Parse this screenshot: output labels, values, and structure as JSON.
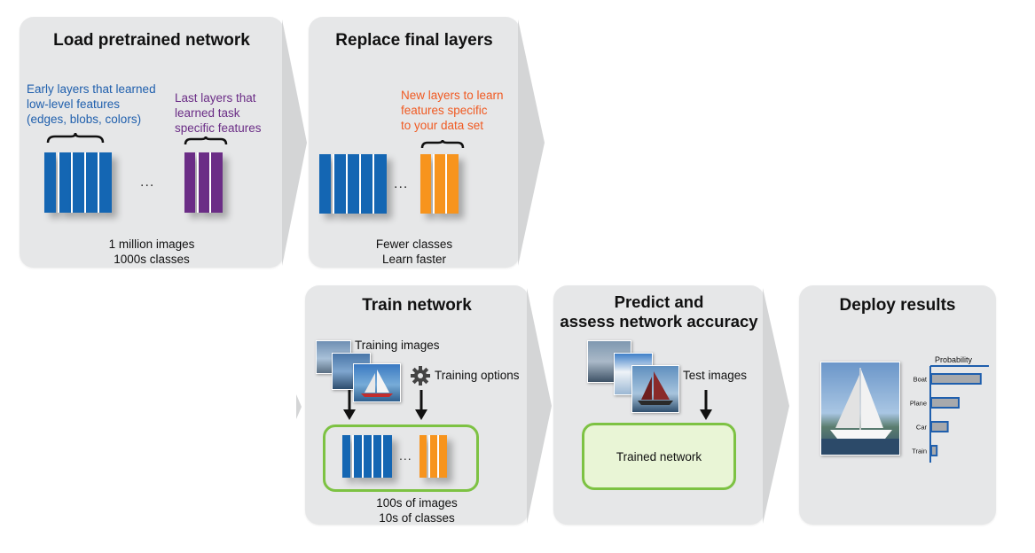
{
  "panels": {
    "load": {
      "title": "Load pretrained network",
      "early_layers": [
        "Early layers that learned",
        "low-level features",
        "(edges, blobs, colors)"
      ],
      "last_layers": [
        "Last layers that",
        "learned task",
        "specific features"
      ],
      "ellipsis": "...",
      "stats": [
        "1 million images",
        "1000s classes"
      ]
    },
    "replace": {
      "title": "Replace final layers",
      "new_layers": [
        "New layers to learn",
        "features specific",
        "to your data set"
      ],
      "ellipsis": "...",
      "stats": [
        "Fewer classes",
        "Learn faster"
      ]
    },
    "train": {
      "title": "Train network",
      "training_images": "Training images",
      "training_options": "Training options",
      "ellipsis": "...",
      "stats": [
        "100s of images",
        "10s of classes"
      ]
    },
    "predict": {
      "title": [
        "Predict and",
        "assess network accuracy"
      ],
      "test_images": "Test images",
      "trained_network": "Trained network"
    },
    "deploy": {
      "title": "Deploy results",
      "chart_title": "Probability"
    }
  },
  "chart_data": {
    "type": "bar",
    "title": "Probability",
    "categories": [
      "Boat",
      "Plane",
      "Car",
      "Train"
    ],
    "values": [
      0.9,
      0.5,
      0.3,
      0.1
    ],
    "xlim": [
      0,
      1
    ]
  },
  "colors": {
    "panel": "#e6e7e8",
    "blue_layers": "#1466b3",
    "purple_layers": "#6b2d86",
    "orange_layers": "#f7941d",
    "green_box": "#7dc243",
    "blue_text": "#1f5fad",
    "orange_text": "#f05a22"
  }
}
